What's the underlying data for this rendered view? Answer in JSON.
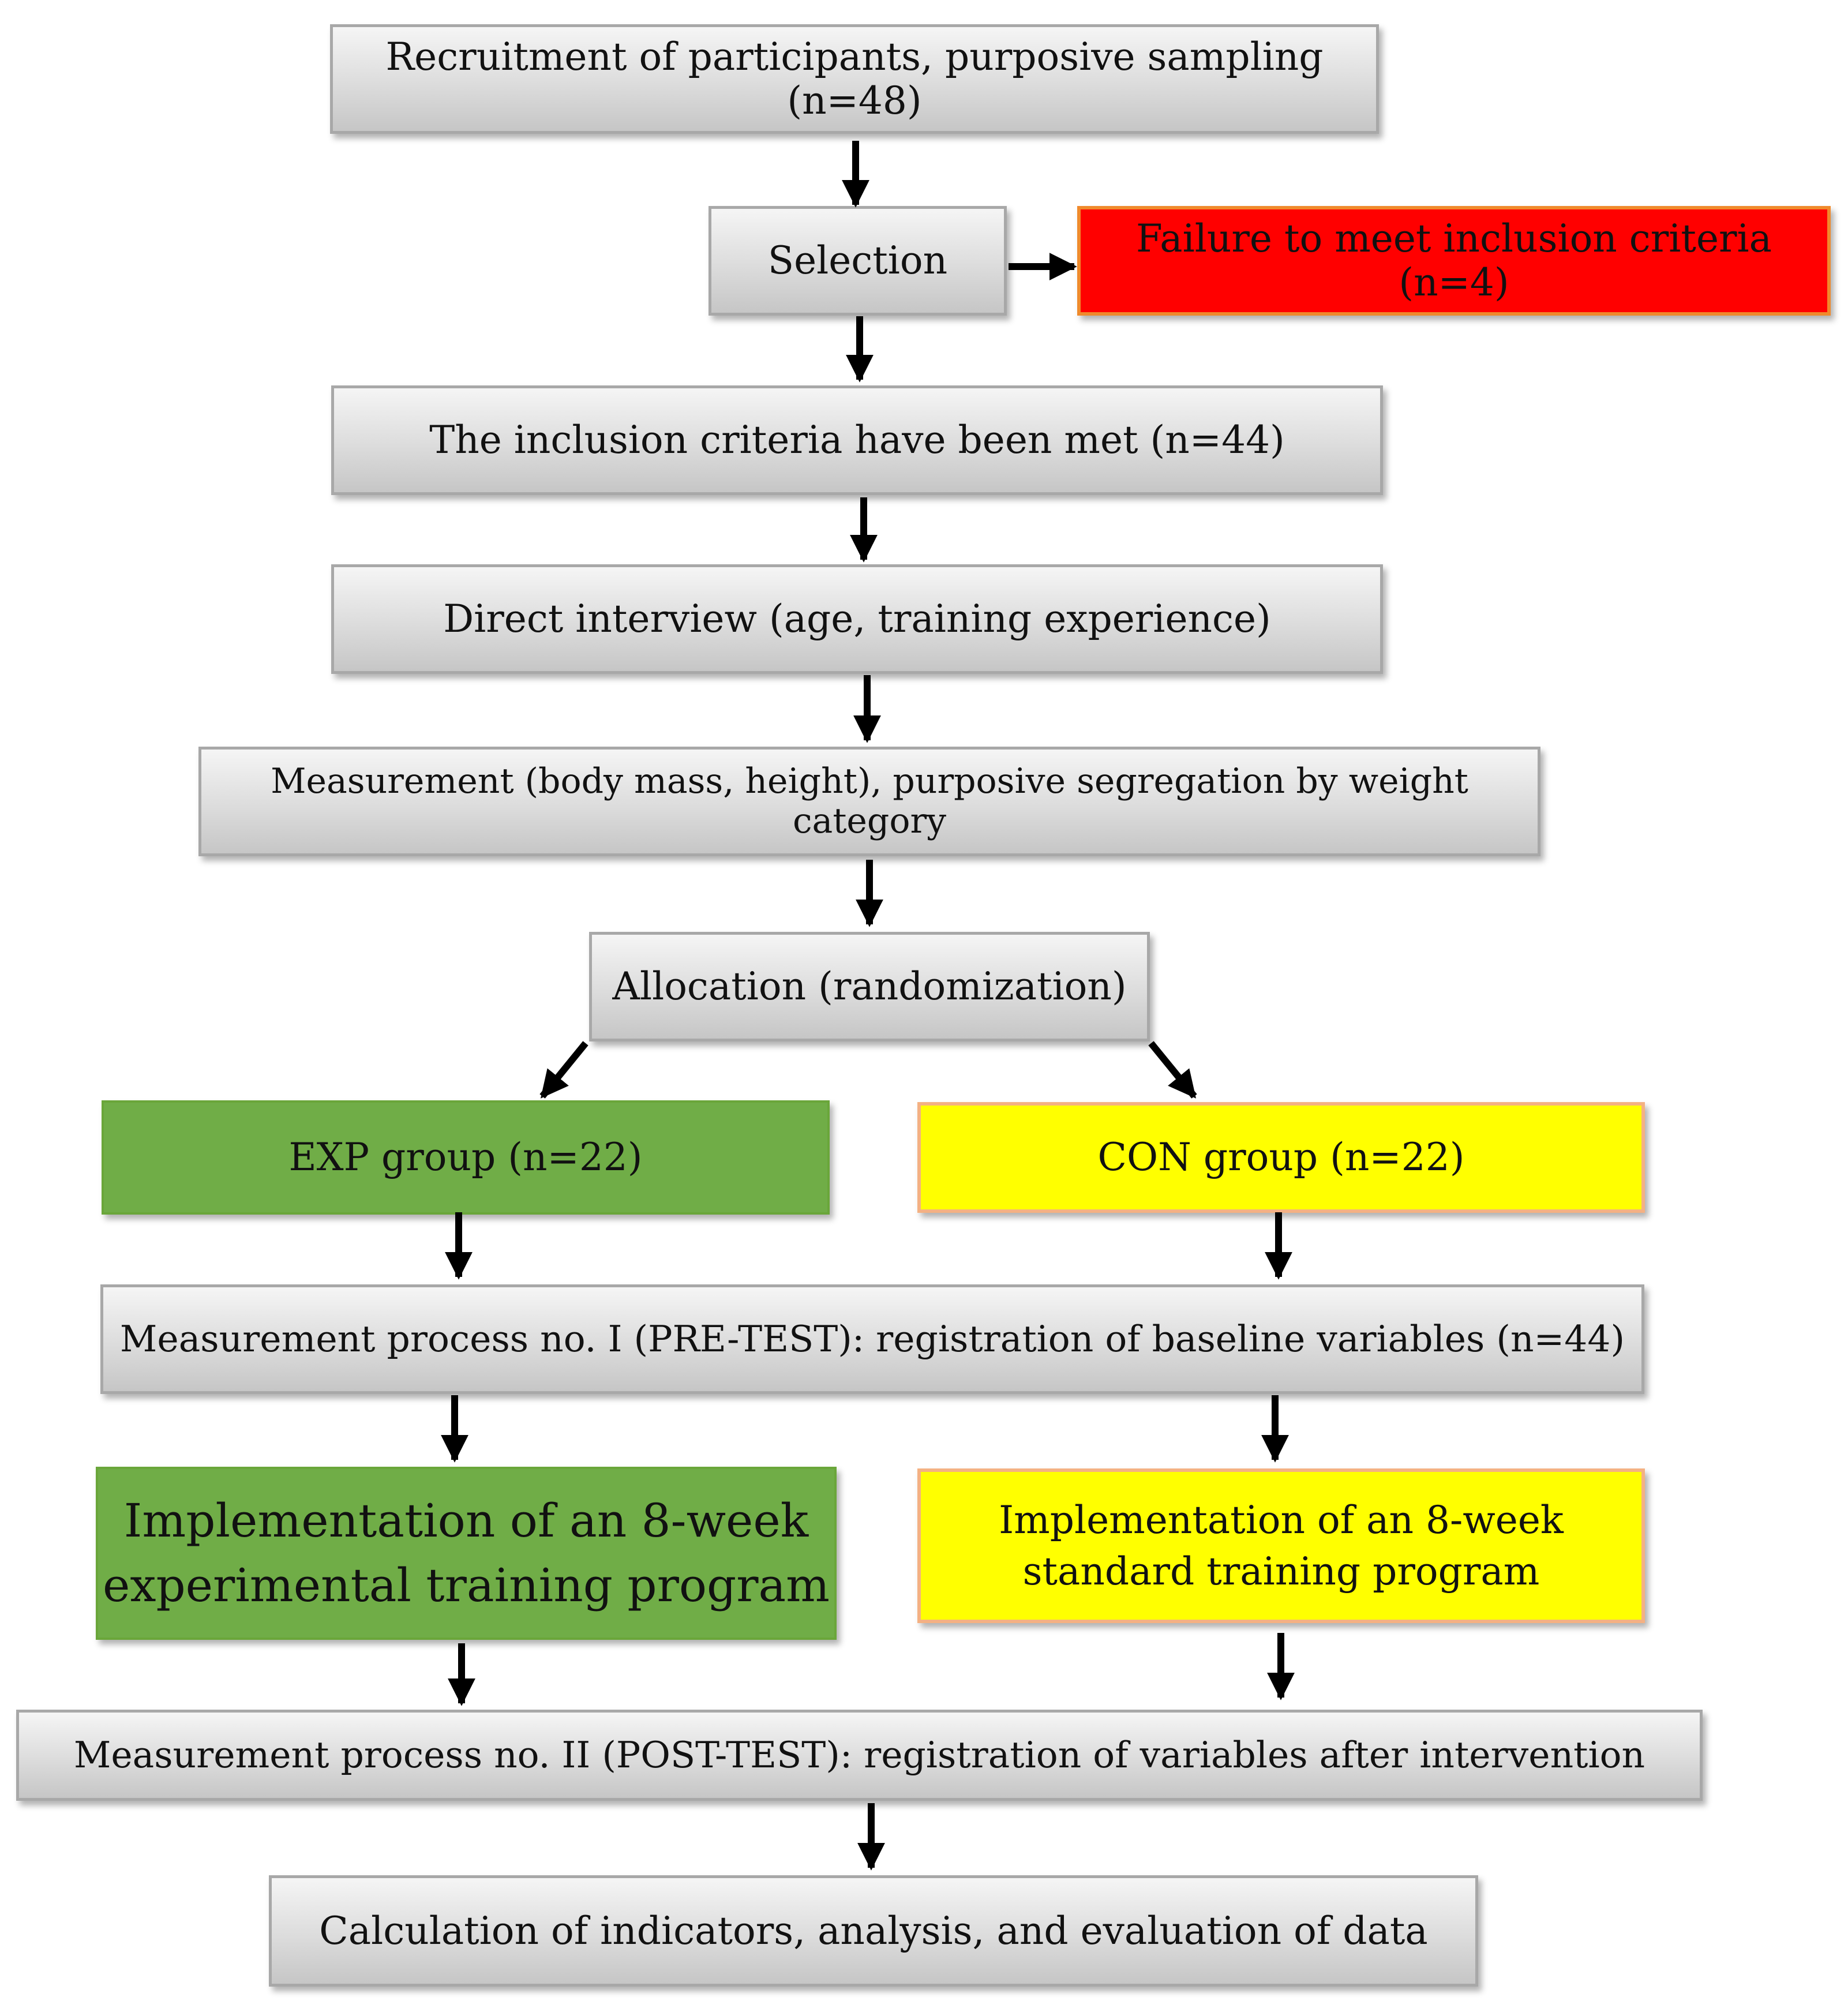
{
  "colors": {
    "red": "#ff0000",
    "green": "#70ad47",
    "yellow": "#ffff00",
    "gray": "#d9d9d9"
  },
  "boxes": {
    "recruitment": "Recruitment of participants, purposive sampling (n=48)",
    "selection": "Selection",
    "exclusion": "Failure to meet inclusion criteria (n=4)",
    "inclusion": "The inclusion criteria have been met (n=44)",
    "interview": "Direct interview (age, training experience)",
    "measurement": "Measurement (body mass, height), purposive segregation by weight category",
    "allocation": "Allocation (randomization)",
    "exp_group": "EXP group (n=22)",
    "con_group": "CON group (n=22)",
    "pretest": "Measurement process no. I (PRE-TEST): registration of baseline variables (n=44)",
    "exp_program_line1": "Implementation of an 8-week",
    "exp_program_line2": "experimental training program",
    "con_program_line1": "Implementation of an 8-week",
    "con_program_line2": "standard training program",
    "posttest": "Measurement process no. II (POST-TEST): registration of variables after intervention",
    "analysis": "Calculation of indicators, analysis, and evaluation of data"
  }
}
